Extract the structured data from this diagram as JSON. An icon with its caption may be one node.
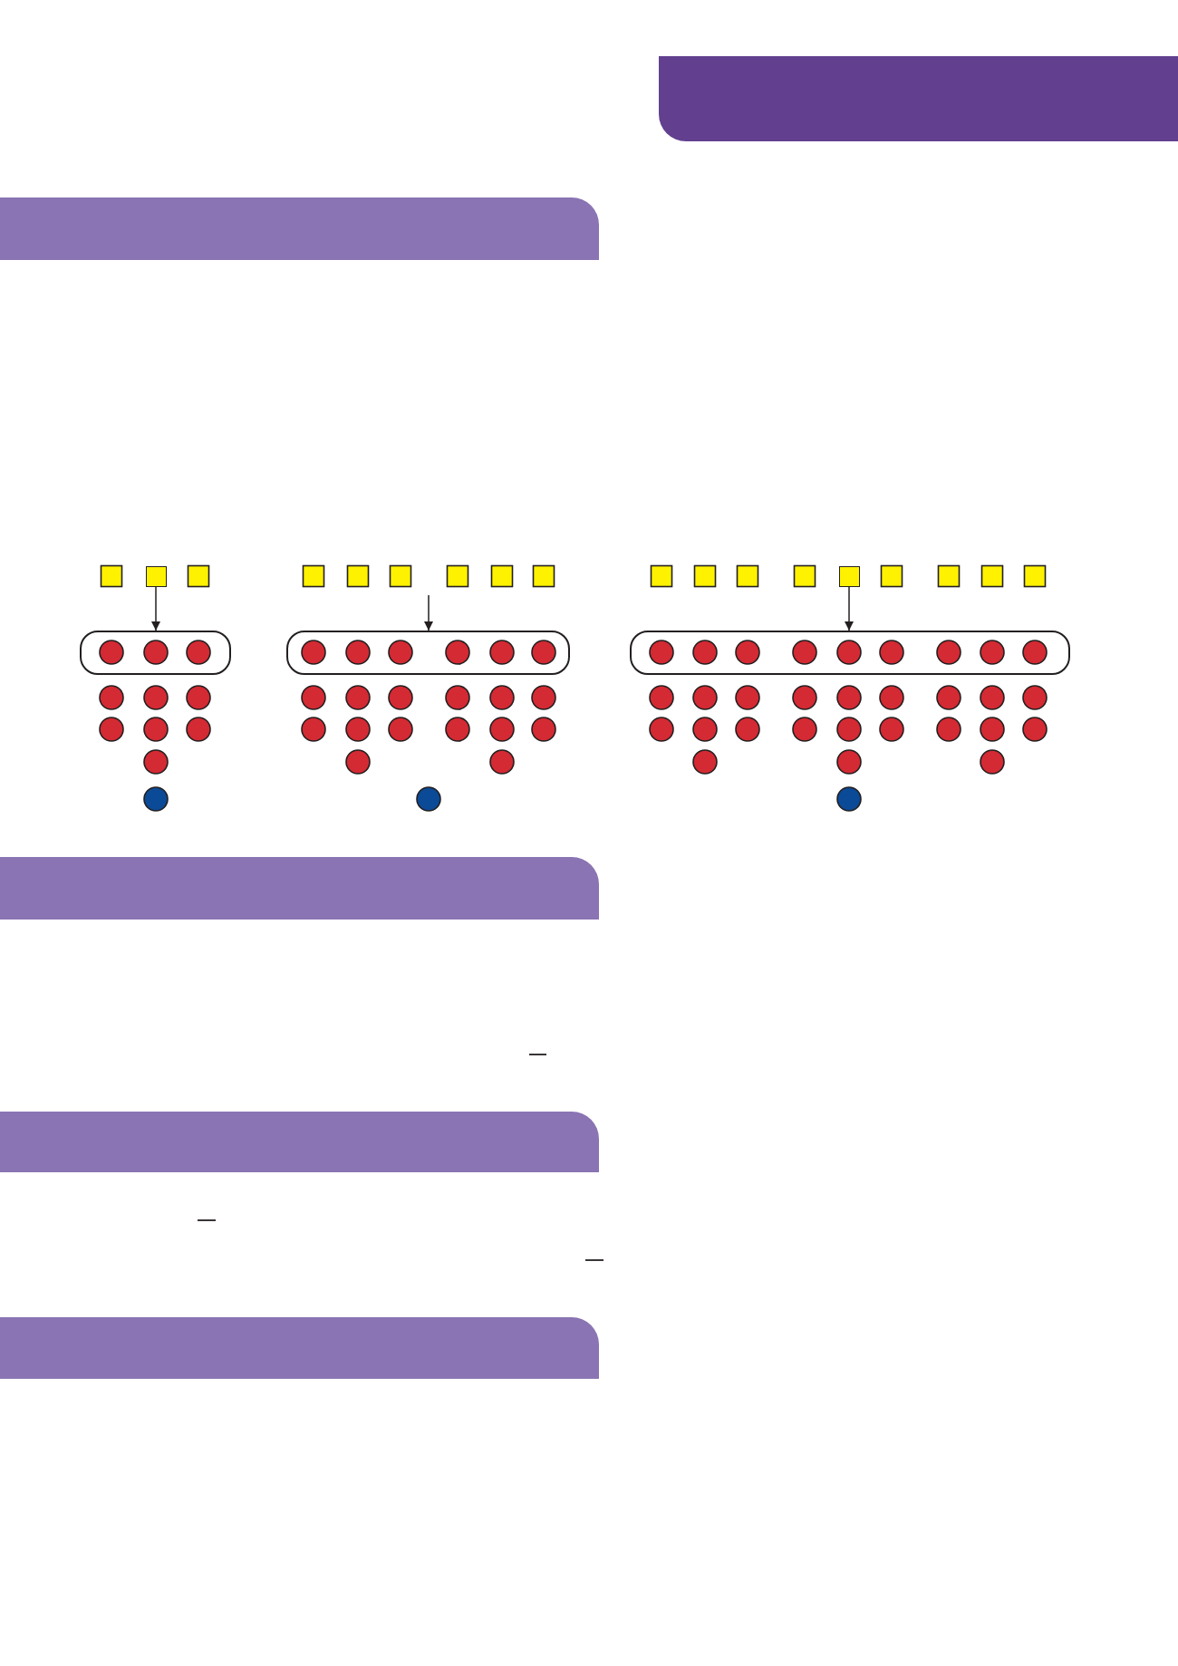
{
  "diagram": {
    "nodes": [
      {
        "text": [],
        "shape": "bar"
      },
      {
        "text": [],
        "shape": "bar"
      },
      {
        "text": [],
        "shape": "box"
      },
      {
        "text": [],
        "shape": "box"
      },
      {
        "text": [],
        "shape": "box"
      },
      {
        "text": [],
        "shape": "box"
      },
      {
        "text": [],
        "shape": "box"
      },
      {
        "text": [],
        "shape": "bar"
      },
      {
        "text": [],
        "shape": "bar"
      },
      {
        "text": [],
        "shape": "bar"
      }
    ],
    "edges": [
      {
        "from": 2,
        "to": 4,
        "arrow": "to"
      },
      {
        "from": null,
        "to": 5,
        "arrow": "to"
      },
      {
        "from": 3,
        "to": 6,
        "arrow": "to"
      }
    ]
  }
}
